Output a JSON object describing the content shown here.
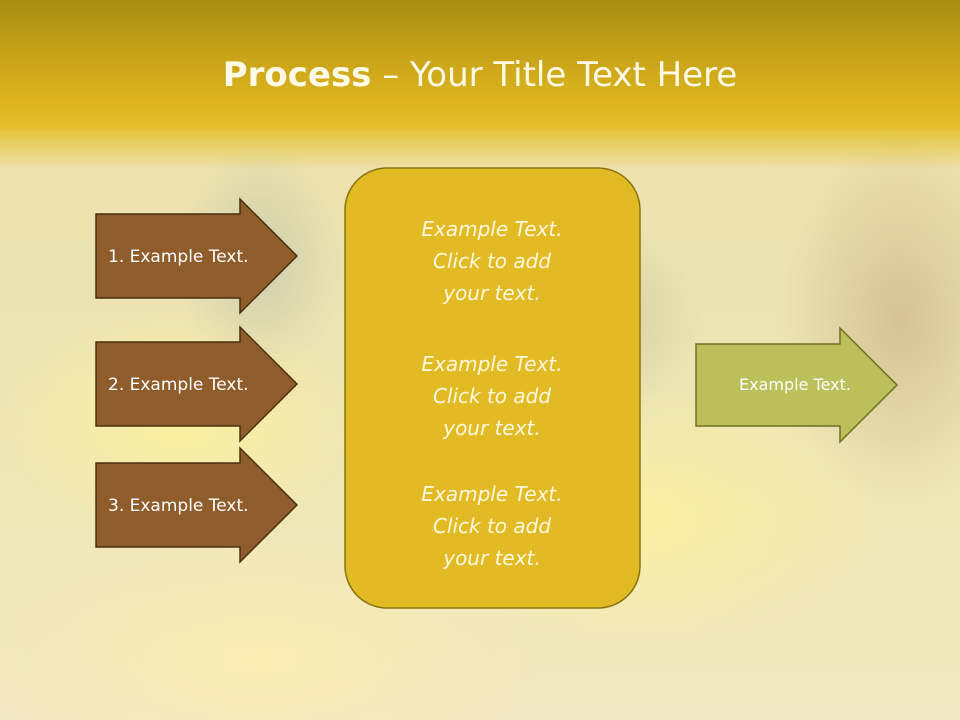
{
  "title": {
    "bold": "Process",
    "rest": " – Your Title Text Here"
  },
  "steps": [
    {
      "label": "1. Example Text."
    },
    {
      "label": "2. Example Text."
    },
    {
      "label": "3. Example Text."
    }
  ],
  "center_box": {
    "blocks": [
      [
        "Example Text.",
        "Click  to add",
        "your text."
      ],
      [
        "Example Text.",
        "Click  to add",
        "your text."
      ],
      [
        "Example Text.",
        "Click  to add",
        "your text."
      ]
    ]
  },
  "output": {
    "label": "Example Text."
  },
  "colors": {
    "title_bar": "#c9a419",
    "step_arrow": "#8f5c2c",
    "center_box": "#e1ba24",
    "output_arrow": "#bcc05a"
  }
}
